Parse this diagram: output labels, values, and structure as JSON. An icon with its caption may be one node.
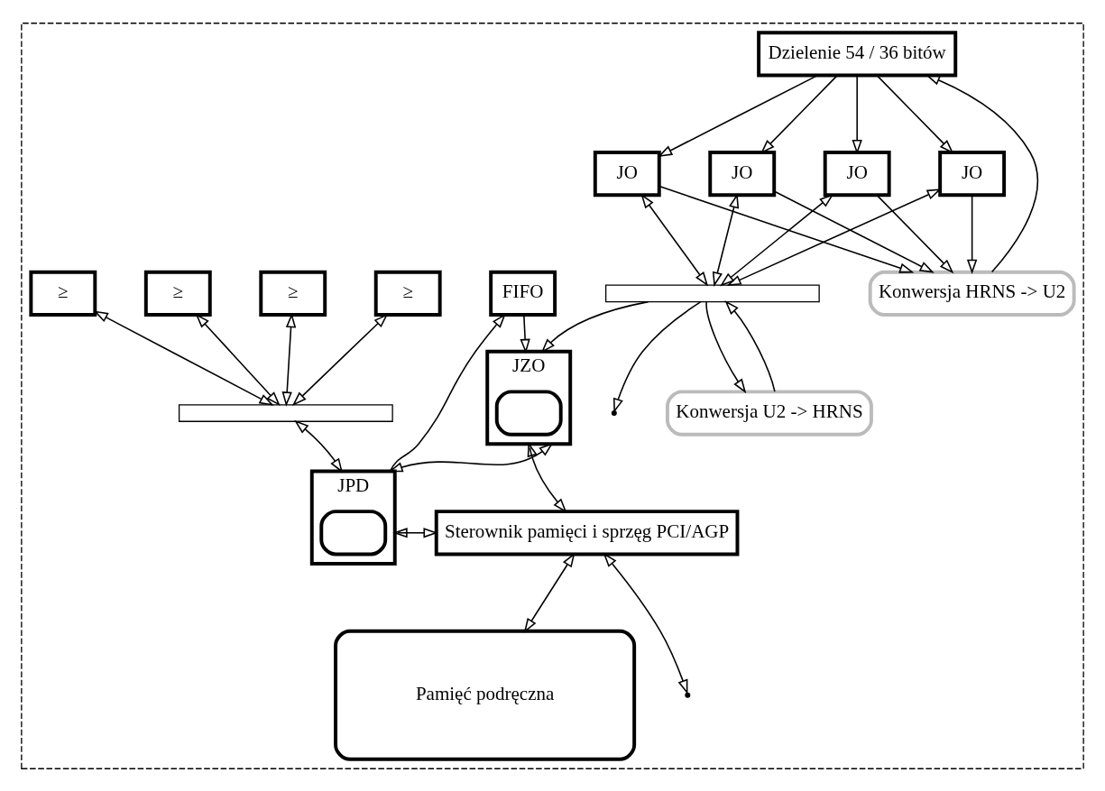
{
  "diagram": {
    "nodes": [
      {
        "text": [],
        "shape": "box"
      },
      {
        "text": [
          "Dzielenie 54 / 36 bitów"
        ],
        "in": 0
      },
      {
        "text": [
          "JO"
        ],
        "in": 0
      },
      {
        "text": [
          "JO"
        ],
        "in": 0
      },
      {
        "text": [
          "JO"
        ],
        "in": 0
      },
      {
        "text": [
          "JO"
        ],
        "in": 0
      },
      {
        "text": [],
        "shape": "bar",
        "in": 0
      },
      {
        "text": [
          "Konwersja U2 -> HRNS"
        ],
        "in": 0
      },
      {
        "text": [
          "≥"
        ],
        "in": 0
      },
      {
        "text": [
          "≥"
        ],
        "in": 0
      },
      {
        "text": [
          "≥"
        ],
        "in": 0
      },
      {
        "text": [
          "≥"
        ],
        "in": 0
      },
      {
        "text": [],
        "shape": "bar",
        "in": 0
      },
      {
        "text": [
          "Konwersja HRNS -> U2"
        ],
        "in": 0
      },
      {
        "text": [
          "FIFO"
        ],
        "in": 0
      },
      {
        "text": [
          "JPD"
        ],
        "in": 0
      },
      {
        "text": [],
        "shape": "box",
        "in": 15
      },
      {
        "text": [
          "JZO"
        ],
        "in": 0
      },
      {
        "text": [],
        "shape": "box",
        "in": 17
      },
      {
        "text": [
          "Sterownik pamięci i sprzęg PCI/AGP"
        ],
        "in": 0
      },
      {
        "text": [
          "Pamięć podręczna"
        ],
        "in": 0
      }
    ],
    "edges": [
      {
        "from": 1,
        "to": 2,
        "arrow": "to"
      },
      {
        "from": 1,
        "to": 3,
        "arrow": "to"
      },
      {
        "from": 1,
        "to": 4,
        "arrow": "to"
      },
      {
        "from": 1,
        "to": 5,
        "arrow": "to"
      },
      {
        "from": 2,
        "to": 13,
        "arrow": "to"
      },
      {
        "from": 3,
        "to": 13,
        "arrow": "to"
      },
      {
        "from": 4,
        "to": 13,
        "arrow": "to"
      },
      {
        "from": 5,
        "to": 13,
        "arrow": "to"
      },
      {
        "from": 13,
        "to": 1,
        "arrow": "to"
      },
      {
        "from": 2,
        "to": 6,
        "arrow": "both"
      },
      {
        "from": 3,
        "to": 6,
        "arrow": "both"
      },
      {
        "from": 4,
        "to": 6,
        "arrow": "both"
      },
      {
        "from": 5,
        "to": 6,
        "arrow": "both"
      },
      {
        "from": 6,
        "to": null,
        "arrow": "to"
      },
      {
        "from": 7,
        "to": 6,
        "arrow": "to"
      },
      {
        "from": 6,
        "to": 7,
        "arrow": "to"
      },
      {
        "from": 6,
        "to": 17,
        "arrow": "to"
      },
      {
        "from": 8,
        "to": 12,
        "arrow": "both"
      },
      {
        "from": 9,
        "to": 12,
        "arrow": "both"
      },
      {
        "from": 10,
        "to": 12,
        "arrow": "both"
      },
      {
        "from": 11,
        "to": 12,
        "arrow": "both"
      },
      {
        "from": 12,
        "to": 15,
        "arrow": "both"
      },
      {
        "from": 15,
        "to": 14,
        "arrow": "to"
      },
      {
        "from": 14,
        "to": 17,
        "arrow": "to"
      },
      {
        "from": 17,
        "to": 15,
        "arrow": "both"
      },
      {
        "from": 17,
        "to": 19,
        "arrow": "both"
      },
      {
        "from": 19,
        "to": 15,
        "arrow": "both"
      },
      {
        "from": 19,
        "to": 20,
        "arrow": "both"
      },
      {
        "from": 19,
        "to": null,
        "arrow": "both"
      }
    ]
  }
}
